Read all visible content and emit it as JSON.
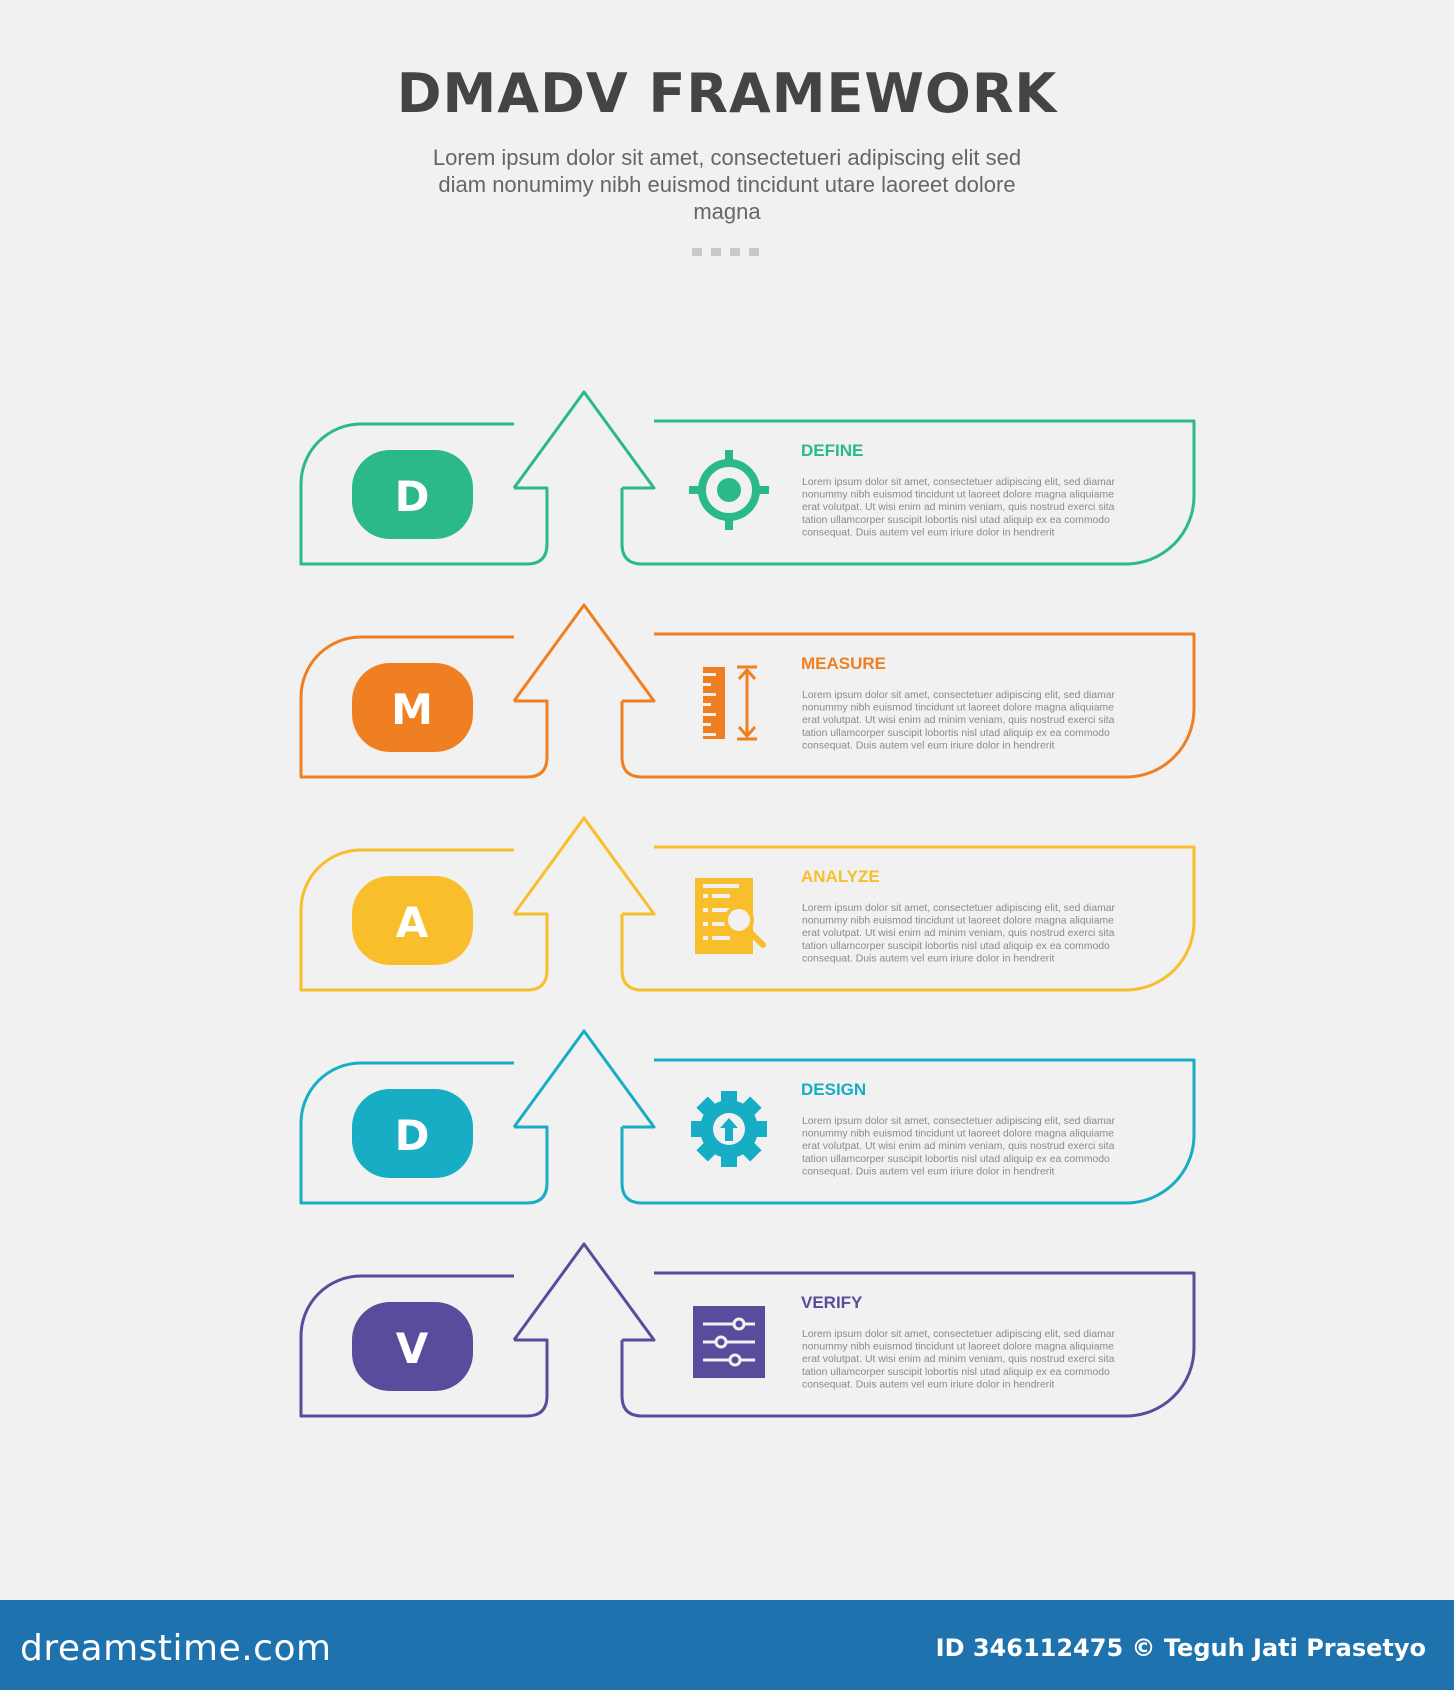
{
  "header": {
    "title": "DMADV FRAMEWORK",
    "subtitle": "Lorem ipsum dolor sit amet, consectetueri adipiscing elit sed diam nonumimy nibh euismod tincidunt utare laoreet dolore magna"
  },
  "steps": [
    {
      "letter": "D",
      "title": "DEFINE",
      "icon": "target-icon",
      "color": "#2bb98a",
      "text": [
        "Lorem ipsum dolor sit amet, consectetuer adipiscing elit, sed diamar",
        "nonummy nibh euismod tincidunt ut laoreet dolore magna aliquiame",
        "erat volutpat. Ut wisi enim ad minim veniam, quis nostrud exerci sita",
        "tation ullamcorper suscipit lobortis nisl utad aliquip ex ea commodo",
        "consequat. Duis autem vel eum iriure dolor in hendrerit"
      ]
    },
    {
      "letter": "M",
      "title": "MEASURE",
      "icon": "ruler-icon",
      "color": "#f07f22",
      "text": [
        "Lorem ipsum dolor sit amet, consectetuer adipiscing elit, sed diamar",
        "nonummy nibh euismod tincidunt ut laoreet dolore magna aliquiame",
        "erat volutpat. Ut wisi enim ad minim veniam, quis nostrud exerci sita",
        "tation ullamcorper suscipit lobortis nisl utad aliquip ex ea commodo",
        "consequat. Duis autem vel eum iriure dolor in hendrerit"
      ]
    },
    {
      "letter": "A",
      "title": "ANALYZE",
      "icon": "document-search-icon",
      "color": "#f8be2c",
      "text": [
        "Lorem ipsum dolor sit amet, consectetuer adipiscing elit, sed diamar",
        "nonummy nibh euismod tincidunt ut laoreet dolore magna aliquiame",
        "erat volutpat. Ut wisi enim ad minim veniam, quis nostrud exerci sita",
        "tation ullamcorper suscipit lobortis nisl utad aliquip ex ea commodo",
        "consequat. Duis autem vel eum iriure dolor in hendrerit"
      ]
    },
    {
      "letter": "D",
      "title": "DESIGN",
      "icon": "gear-upload-icon",
      "color": "#17adc4",
      "text": [
        "Lorem ipsum dolor sit amet, consectetuer adipiscing elit, sed diamar",
        "nonummy nibh euismod tincidunt ut laoreet dolore magna aliquiame",
        "erat volutpat. Ut wisi enim ad minim veniam, quis nostrud exerci sita",
        "tation ullamcorper suscipit lobortis nisl utad aliquip ex ea commodo",
        "consequat. Duis autem vel eum iriure dolor in hendrerit"
      ]
    },
    {
      "letter": "V",
      "title": "VERIFY",
      "icon": "sliders-icon",
      "color": "#574d9c",
      "text": [
        "Lorem ipsum dolor sit amet, consectetuer adipiscing elit, sed diamar",
        "nonummy nibh euismod tincidunt ut laoreet dolore magna aliquiame",
        "erat volutpat. Ut wisi enim ad minim veniam, quis nostrud exerci sita",
        "tation ullamcorper suscipit lobortis nisl utad aliquip ex ea commodo",
        "consequat. Duis autem vel eum iriure dolor in hendrerit"
      ]
    }
  ],
  "footer": {
    "logo": "dreamstime.com",
    "credit": "ID 346112475 © Teguh Jati Prasetyo"
  }
}
